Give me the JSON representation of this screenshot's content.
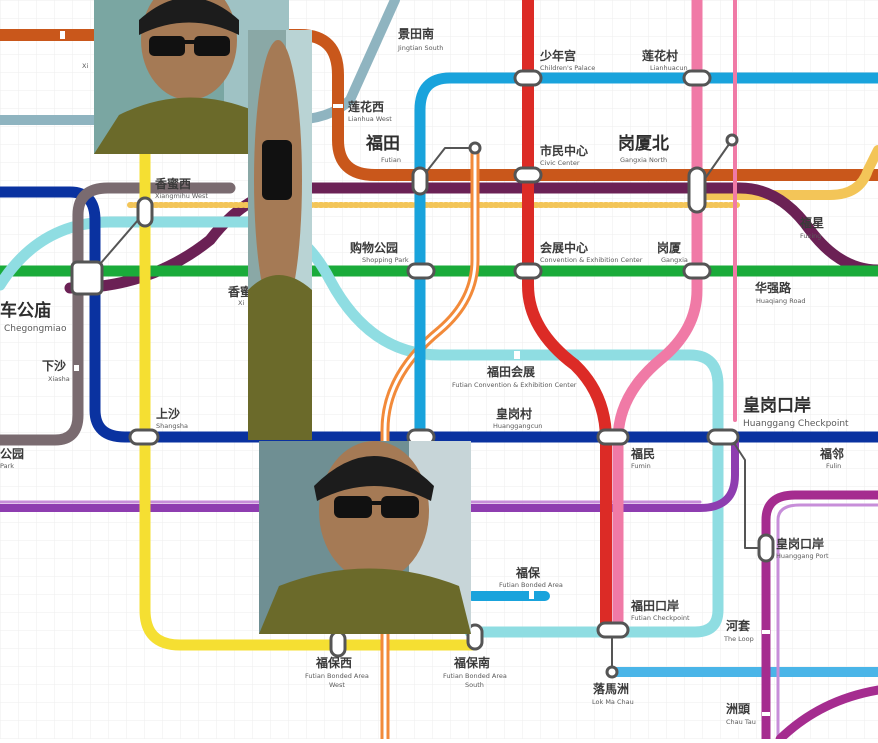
{
  "map": {
    "background": "#ffffff",
    "grid_color": "#ececec",
    "line_colors": {
      "line1_green": "#1aab3a",
      "line2_orange": "#c9571b",
      "line3_blue": "#19a3dc",
      "line4_red": "#dc2b26",
      "line6_teal": "#8fdde2",
      "line7_navy": "#0a32a0",
      "line9_brown": "#7a6b70",
      "line10_pink": "#f07aa6",
      "line11_maroon": "#6b2155",
      "line12_purple": "#8e3db0",
      "line14_yellow": "#f5df32",
      "line20_lightblue": "#4ab5e8",
      "intercity_orange": "#f28a3a",
      "line_goldenrod": "#f3c558",
      "line_magenta": "#a52c8f",
      "line_steel": "#8fb4c0"
    },
    "stations": {
      "jingtian_south": {
        "cn": "景田南",
        "en": "Jingtian South"
      },
      "lianhua_west": {
        "cn": "莲花西",
        "en": "Lianhua West"
      },
      "futian": {
        "cn": "福田",
        "en": "Futian"
      },
      "childrens_palace": {
        "cn": "少年宫",
        "en": "Children's Palace"
      },
      "lianhuacun": {
        "cn": "莲花村",
        "en": "Lianhuacun"
      },
      "civic_center": {
        "cn": "市民中心",
        "en": "Civic Center"
      },
      "gangxia_north": {
        "cn": "岗厦北",
        "en": "Gangxia North"
      },
      "xiangmihu_west": {
        "cn": "香蜜西",
        "en": "Xiangmihu West"
      },
      "fuxing": {
        "cn": "福星",
        "en": "Fuxing"
      },
      "shopping_park": {
        "cn": "购物公园",
        "en": "Shopping Park"
      },
      "convention_center": {
        "cn": "会展中心",
        "en": "Convention & Exhibition Center"
      },
      "gangxia": {
        "cn": "岗厦",
        "en": "Gangxia"
      },
      "chegongmiao": {
        "cn": "车公庙",
        "en": "Chegongmiao"
      },
      "xiangmi_partial": {
        "cn": "香蜜",
        "en": "Xi"
      },
      "huaqiang_road": {
        "cn": "华强路",
        "en": "Huaqiang Road"
      },
      "xiasha": {
        "cn": "下沙",
        "en": "Xiasha"
      },
      "futian_convention": {
        "cn": "福田会展",
        "en": "Futian Convention & Exhibition Center"
      },
      "shangsha": {
        "cn": "上沙",
        "en": "Shangsha"
      },
      "huanggangcun": {
        "cn": "皇岗村",
        "en": "Huanggangcun"
      },
      "huanggang_checkpoint": {
        "cn": "皇岗口岸",
        "en": "Huanggang Checkpoint"
      },
      "fumin": {
        "cn": "福民",
        "en": "Fumin"
      },
      "fulin": {
        "cn": "福邻",
        "en": "Fulin"
      },
      "park_partial": {
        "cn": "公园",
        "en": "Park"
      },
      "huanggang_port": {
        "cn": "皇岗口岸",
        "en": "Huanggang Port"
      },
      "futian_bonded": {
        "cn": "福保",
        "en": "Futian Bonded Area"
      },
      "futian_checkpoint": {
        "cn": "福田口岸",
        "en": "Futian Checkpoint"
      },
      "the_loop": {
        "cn": "河套",
        "en": "The Loop"
      },
      "futian_bonded_west": {
        "cn": "福保西",
        "en": "Futian Bonded Area",
        "en2": "West"
      },
      "futian_bonded_south": {
        "cn": "福保南",
        "en": "Futian Bonded Area",
        "en2": "South"
      },
      "lok_ma_chau": {
        "cn": "落馬洲",
        "en": "Lok Ma Chau"
      },
      "chau_tau": {
        "cn": "洲頭",
        "en": "Chau Tau"
      },
      "partial_topleft": {
        "cn": "",
        "en": "Xi"
      }
    }
  },
  "overlays": [
    {
      "name": "man-sunglasses-photo-top",
      "depicts": "man with sunglasses, olive jacket, train interior"
    },
    {
      "name": "man-sunglasses-photo-strip",
      "depicts": "vertically stretched strip of the same man"
    },
    {
      "name": "man-sunglasses-photo-bottom",
      "depicts": "man with sunglasses looking right"
    }
  ]
}
